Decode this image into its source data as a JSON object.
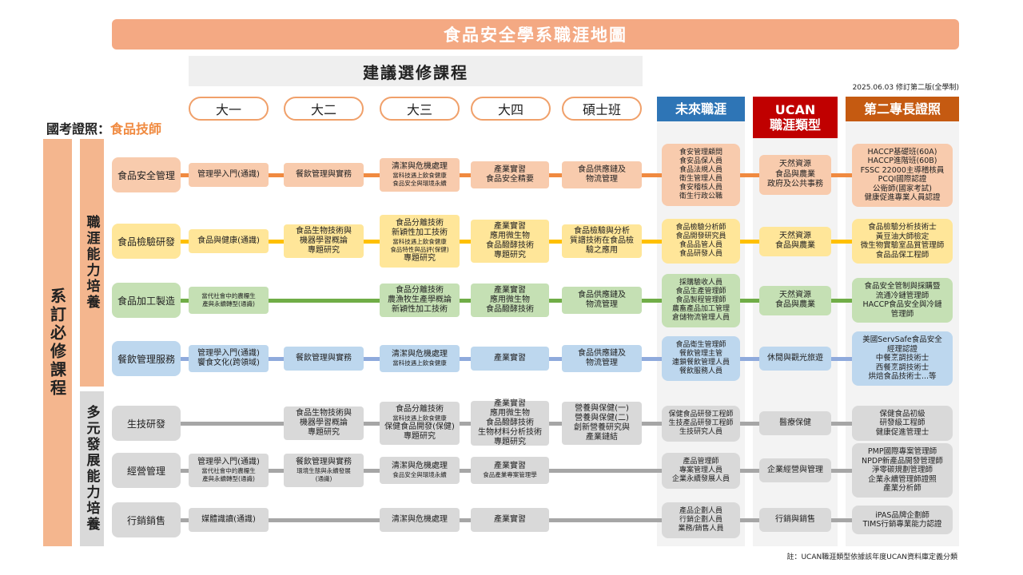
{
  "title": "食品安全學系職涯地圖",
  "elective_title": "建議選修課程",
  "revision_note": "2025.06.03 修訂第二版(全學制)",
  "years": [
    "大一",
    "大二",
    "大三",
    "大四",
    "碩士班"
  ],
  "headers": {
    "career": "未來職涯",
    "ucan": "UCAN\n職涯類型",
    "cert": "第二專長證照"
  },
  "exam": {
    "label": "國考證照：",
    "value": "食品技師"
  },
  "side": {
    "required": "系訂必修課程",
    "professional": "職涯能力培養",
    "multi": "多元發展能力培養"
  },
  "colors": {
    "orange": "#f08a40",
    "yellow": "#ffc000",
    "green": "#70ad47",
    "blue": "#8faadc",
    "gray": "#a6a6a6",
    "blue_header": "#2e75b6",
    "red_header": "#c00000",
    "brown_header": "#c55a11"
  },
  "rows": [
    {
      "category": "食品安全管理",
      "theme": "orange",
      "cells": [
        [
          {
            "t": "管理學入門(通識)"
          }
        ],
        [
          {
            "t": "餐飲管理與實務"
          }
        ],
        [
          {
            "t": "清潔與危機處理"
          },
          {
            "s": "當科技遇上飲食健康"
          },
          {
            "s": "食品安全與環境永續"
          }
        ],
        [
          {
            "t": "產業實習"
          },
          {
            "t": "食品安全精要"
          }
        ],
        [
          {
            "t": "食品供應鏈及"
          },
          {
            "t": "物流管理"
          }
        ]
      ],
      "career": [
        "食安管理顧問",
        "食安品保人員",
        "食品法規人員",
        "衛生管理人員",
        "食安稽核人員",
        "衛生行政公職"
      ],
      "ucan": [
        "天然資源",
        "食品與農業",
        "政府及公共事務"
      ],
      "cert": [
        "HACCP基礎班(60A)",
        "HACCP進階班(60B)",
        "FSSC 22000主導稽核員",
        "PCQI國際認證",
        "公衛師(國家考試)",
        "健康促進專業人員認證"
      ]
    },
    {
      "category": "食品檢驗研發",
      "theme": "yellow",
      "cells": [
        [
          {
            "t": "食品與健康(通識)"
          }
        ],
        [
          {
            "t": "食品生物技術與"
          },
          {
            "t": "機器學習概論"
          },
          {
            "t": "專題研究"
          }
        ],
        [
          {
            "t": "食品分離技術"
          },
          {
            "t": "新穎性加工技術"
          },
          {
            "s": "當科技遇上飲食健康"
          },
          {
            "s": "食品特性與品評(保健)"
          },
          {
            "t": "專題研究"
          }
        ],
        [
          {
            "t": "產業實習"
          },
          {
            "t": "應用微生物"
          },
          {
            "t": "食品醱酵技術"
          },
          {
            "t": "專題研究"
          }
        ],
        [
          {
            "t": "食品檢驗與分析"
          },
          {
            "t": "質譜技術在食品檢"
          },
          {
            "t": "驗之應用"
          }
        ]
      ],
      "career": [
        "食品檢驗分析師",
        "食品開發研究員",
        "食品品管人員",
        "食品研發人員"
      ],
      "ucan": [
        "天然資源",
        "食品與農業"
      ],
      "cert": [
        "食品檢驗分析技術士",
        "黃豆油大師檢定",
        "微生物實驗室品質管理師",
        "食品品保工程師"
      ]
    },
    {
      "category": "食品加工製造",
      "theme": "green",
      "cells": [
        [
          {
            "s": "當代社會中的農糧生"
          },
          {
            "s": "產與永續轉型(通識)"
          }
        ],
        [],
        [
          {
            "t": "食品分離技術"
          },
          {
            "t": "農漁牧生產學概論"
          },
          {
            "t": "新穎性加工技術"
          }
        ],
        [
          {
            "t": "產業實習"
          },
          {
            "t": "應用微生物"
          },
          {
            "t": "食品醱酵技術"
          }
        ],
        [
          {
            "t": "食品供應鏈及"
          },
          {
            "t": "物流管理"
          }
        ]
      ],
      "career": [
        "採購驗收人員",
        "食品生產管理師",
        "食品製程管理師",
        "農畜產品加工管理",
        "倉儲物流管理人員"
      ],
      "ucan": [
        "天然資源",
        "食品與農業"
      ],
      "cert": [
        "食品安全管制與採購暨",
        "流通冷鏈管理師",
        "HACCP食品安全與冷鏈",
        "管理師"
      ]
    },
    {
      "category": "餐飲管理服務",
      "theme": "blue",
      "cells": [
        [
          {
            "t": "管理學入門(通識)"
          },
          {
            "t": "饗食文化(跨領域)"
          }
        ],
        [
          {
            "t": "餐飲管理與實務"
          }
        ],
        [
          {
            "t": "清潔與危機處理"
          },
          {
            "s": "當科技遇上飲食健康"
          }
        ],
        [
          {
            "t": "產業實習"
          }
        ],
        [
          {
            "t": "食品供應鏈及"
          },
          {
            "t": "物流管理"
          }
        ]
      ],
      "career": [
        "食品衛生管理師",
        "餐飲管理主管",
        "連鎖餐飲管理人員",
        "餐飲服務人員"
      ],
      "ucan": [
        "休閒與觀光旅遊"
      ],
      "cert": [
        "美國ServSafe食品安全",
        "經理認證",
        "中餐烹調技術士",
        "西餐烹調技術士",
        "烘焙食品技術士...等"
      ]
    },
    {
      "category": "生技研發",
      "theme": "gray",
      "cells": [
        [],
        [
          {
            "t": "食品生物技術與"
          },
          {
            "t": "機器學習概論"
          },
          {
            "t": "專題研究"
          }
        ],
        [
          {
            "t": "食品分離技術"
          },
          {
            "s": "當科技遇上飲食健康"
          },
          {
            "t": "保健食品開發(保健)"
          },
          {
            "t": "專題研究"
          }
        ],
        [
          {
            "t": "產業實習"
          },
          {
            "t": "應用微生物"
          },
          {
            "t": "食品醱酵技術"
          },
          {
            "t": "生物材料分析技術"
          },
          {
            "t": "專題研究"
          }
        ],
        [
          {
            "t": "營養與保健(一)"
          },
          {
            "t": "營養與保健(二)"
          },
          {
            "t": "創新營養研究與"
          },
          {
            "t": "產業鏈結"
          }
        ]
      ],
      "career": [
        "保健食品研發工程師",
        "生技產品研發工程師",
        "生技研究人員"
      ],
      "ucan": [
        "醫療保健"
      ],
      "cert": [
        "保健食品初級",
        "研發級工程師",
        "健康促進管理士"
      ]
    },
    {
      "category": "經營管理",
      "theme": "gray",
      "cells": [
        [
          {
            "t": "管理學入門(通識)"
          },
          {
            "s": "當代社會中的農糧生"
          },
          {
            "s": "產與永續轉型(通識)"
          }
        ],
        [
          {
            "t": "餐飲管理與實務"
          },
          {
            "s": "環境生態與永續發展"
          },
          {
            "s": "(通識)"
          }
        ],
        [
          {
            "t": "清潔與危機處理"
          },
          {
            "s": "食品安全與環境永續"
          }
        ],
        [
          {
            "t": "產業實習"
          },
          {
            "s": "食品產業專案管理學"
          }
        ],
        []
      ],
      "career": [
        "產品管理師",
        "專案管理人員",
        "企業永續發展人員"
      ],
      "ucan": [
        "企業經營與管理"
      ],
      "cert": [
        "PMP國際專案管理師",
        "NPDP新產品開發管理師",
        "淨零碳規劃管理師",
        "企業永續管理師證照",
        "產業分析師"
      ]
    },
    {
      "category": "行銷銷售",
      "theme": "gray",
      "cells": [
        [
          {
            "t": "媒體識讀(通識)"
          }
        ],
        [],
        [
          {
            "t": "清潔與危機處理"
          }
        ],
        [
          {
            "t": "產業實習"
          }
        ],
        []
      ],
      "career": [
        "產品企劃人員",
        "行銷企劃人員",
        "業務/銷售人員"
      ],
      "ucan": [
        "行銷與銷售"
      ],
      "cert": [
        "iPAS品牌企劃師",
        "TIMS行銷專業能力認證"
      ]
    }
  ],
  "footnote": "註：UCAN職涯類型依據該年度UCAN資料庫定義分類"
}
